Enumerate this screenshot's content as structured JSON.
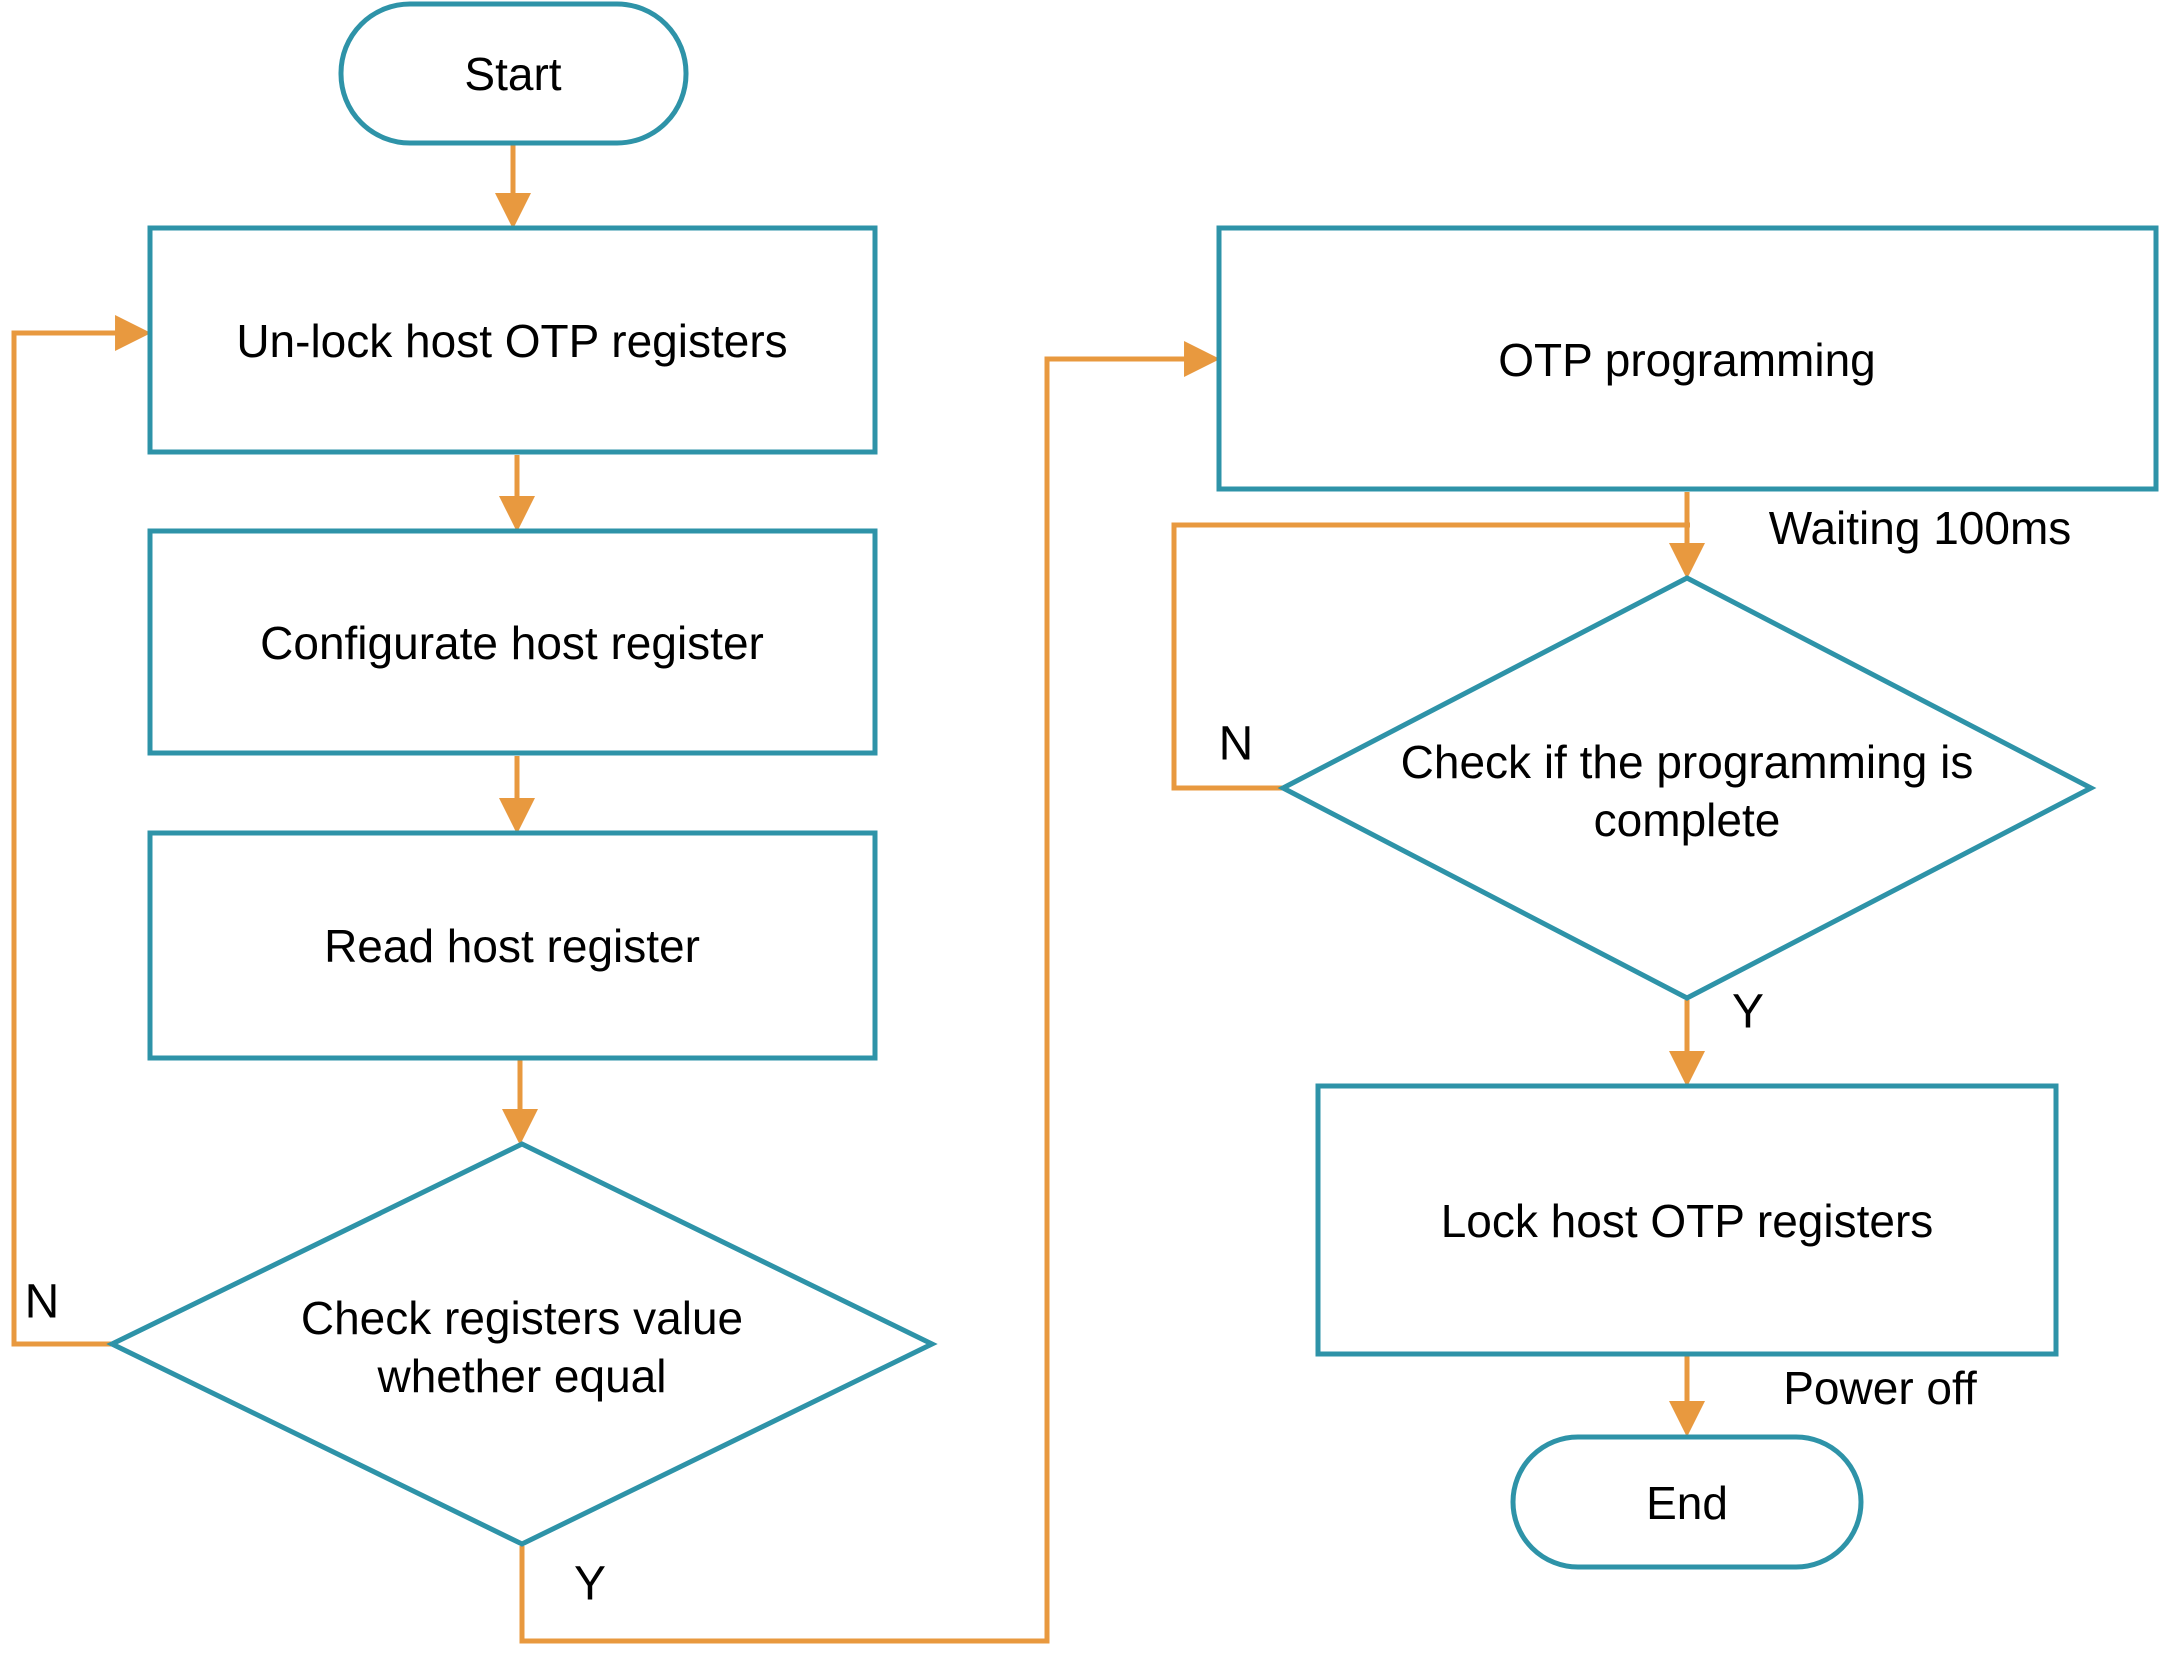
{
  "flowchart": {
    "background": "#ffffff",
    "shape_stroke_color": "#2E93A8",
    "arrow_color": "#E8993F",
    "text_color": "#000000",
    "nodes": {
      "start": {
        "type": "terminator",
        "label": "Start"
      },
      "unlock": {
        "type": "process",
        "label": "Un-lock host OTP registers"
      },
      "configurate": {
        "type": "process",
        "label": "Configurate host register"
      },
      "read": {
        "type": "process",
        "label": "Read host register"
      },
      "check_registers": {
        "type": "decision",
        "label_line1": "Check registers value",
        "label_line2": "whether equal"
      },
      "otp_programming": {
        "type": "process",
        "label": "OTP programming"
      },
      "check_complete": {
        "type": "decision",
        "label_line1": "Check if the programming is",
        "label_line2": "complete"
      },
      "lock": {
        "type": "process",
        "label": "Lock host OTP registers"
      },
      "end": {
        "type": "terminator",
        "label": "End"
      }
    },
    "edge_labels": {
      "check_registers_no": "N",
      "check_registers_yes": "Y",
      "check_complete_no": "N",
      "check_complete_yes": "Y",
      "waiting": "Waiting 100ms",
      "power_off": "Power off"
    }
  }
}
